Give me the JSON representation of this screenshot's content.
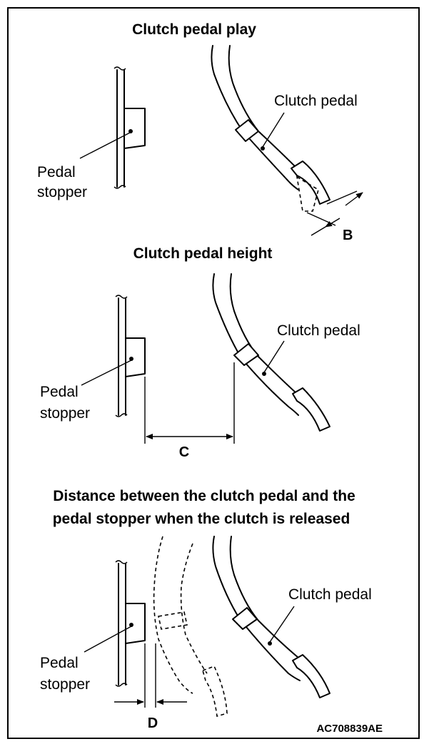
{
  "sections": [
    {
      "title": "Clutch pedal play",
      "pedal_label": "Clutch pedal",
      "stopper_label_line1": "Pedal",
      "stopper_label_line2": "stopper",
      "dimension": "B"
    },
    {
      "title": "Clutch pedal height",
      "pedal_label": "Clutch pedal",
      "stopper_label_line1": "Pedal",
      "stopper_label_line2": "stopper",
      "dimension": "C"
    },
    {
      "title_line1": "Distance between the clutch pedal and the",
      "title_line2": "pedal stopper when the clutch is released",
      "pedal_label": "Clutch pedal",
      "stopper_label_line1": "Pedal",
      "stopper_label_line2": "stopper",
      "dimension": "D"
    }
  ],
  "figure_code": "AC708839AE"
}
